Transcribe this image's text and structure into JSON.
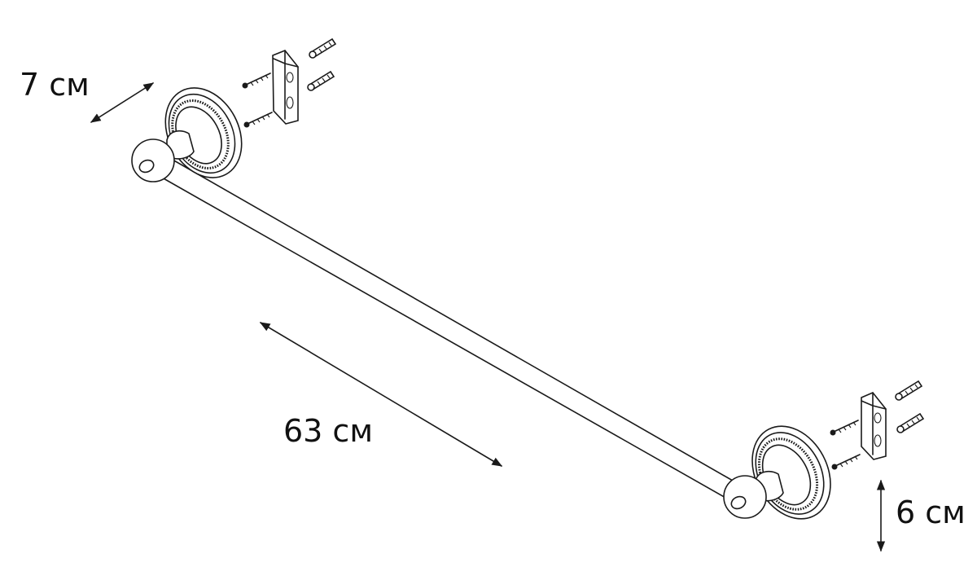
{
  "dimensions": {
    "depth": "7 см",
    "length": "63 см",
    "height": "6 см"
  },
  "parts": {
    "rail": "towel-rail",
    "wall_mount_left": "rosette-left",
    "wall_mount_right": "rosette-right",
    "bracket": "mounting-bracket",
    "screw": "screw",
    "wall_plug": "wall-plug"
  }
}
